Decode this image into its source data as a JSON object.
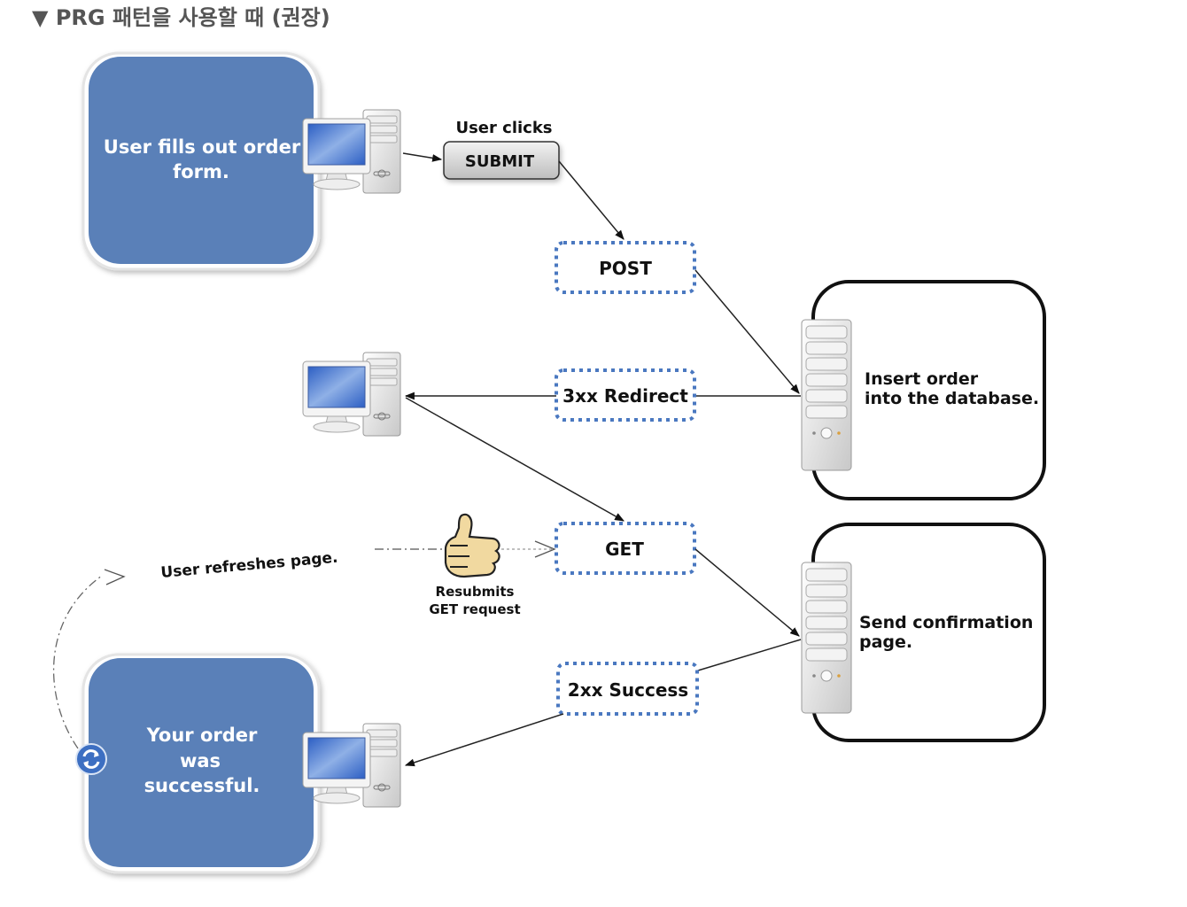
{
  "heading": {
    "marker": "▼",
    "text": "PRG 패턴을 사용할 때 (권장)"
  },
  "colors": {
    "blue_box": "#5a80b8",
    "dotted_border": "#4a78c0",
    "line": "#222222",
    "thumb": "#f1d9a0"
  },
  "nodes": {
    "order_form": {
      "line1": "User fills out order",
      "line2": "form."
    },
    "user_clicks": "User clicks",
    "submit_button": "SUBMIT",
    "post": "POST",
    "redirect": "3xx Redirect",
    "get": "GET",
    "success": "2xx Success",
    "insert_order": {
      "line1": "Insert order",
      "line2": "into the database."
    },
    "send_confirmation": {
      "line1": "Send confirmation",
      "line2": "page."
    },
    "order_successful": {
      "line1": "Your order",
      "line2": "was",
      "line3": "successful."
    },
    "user_refreshes": "User refreshes page.",
    "resubmits": {
      "line1": "Resubmits",
      "line2": "GET request"
    }
  },
  "icons": {
    "client_computer": "desktop-computer-icon",
    "server": "server-tower-icon",
    "thumbs_up": "thumbs-up-icon",
    "refresh": "refresh-icon"
  }
}
